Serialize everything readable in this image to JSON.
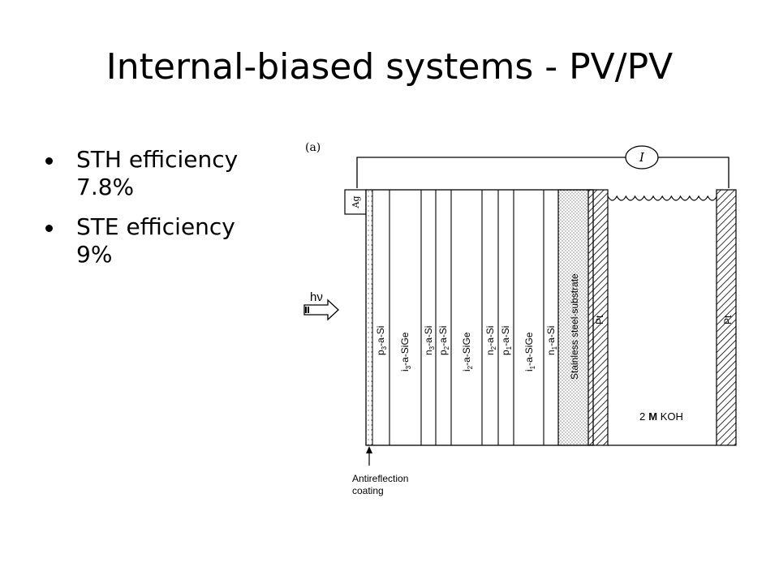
{
  "slide": {
    "title": "Internal-biased systems - PV/PV",
    "bullets": [
      {
        "line1": "STH efficiency",
        "line2": "7.8%"
      },
      {
        "line1": "STE efficiency",
        "line2": "9%"
      }
    ]
  },
  "diagram": {
    "panel_label": "(a)",
    "meter_label": "I",
    "contact_label": "Ag",
    "light_label": "hν",
    "layers": {
      "p3": {
        "base": "p",
        "sub": "3",
        "rest": "-a-Si"
      },
      "i3": {
        "base": "i",
        "sub": "3",
        "rest": "-a-SiGe"
      },
      "n3": {
        "base": "n",
        "sub": "3",
        "rest": "-a-Si"
      },
      "p2": {
        "base": "p",
        "sub": "2",
        "rest": "-a-Si"
      },
      "i2": {
        "base": "i",
        "sub": "2",
        "rest": "-a-SiGe"
      },
      "n2": {
        "base": "n",
        "sub": "2",
        "rest": "-a-Si"
      },
      "p1": {
        "base": "p",
        "sub": "1",
        "rest": "-a-Si"
      },
      "i1": {
        "base": "i",
        "sub": "1",
        "rest": "-a-SiGe"
      },
      "n1": {
        "base": "n",
        "sub": "1",
        "rest": "-a-Si"
      }
    },
    "substrate_label": "Stainless steel-substrate",
    "electrode_left": "Pt",
    "electrode_right": "Pt",
    "electrolyte": {
      "num": "2",
      "unit": "M",
      "rest": " KOH"
    },
    "antireflection": [
      "Antireflection",
      "coating"
    ]
  }
}
